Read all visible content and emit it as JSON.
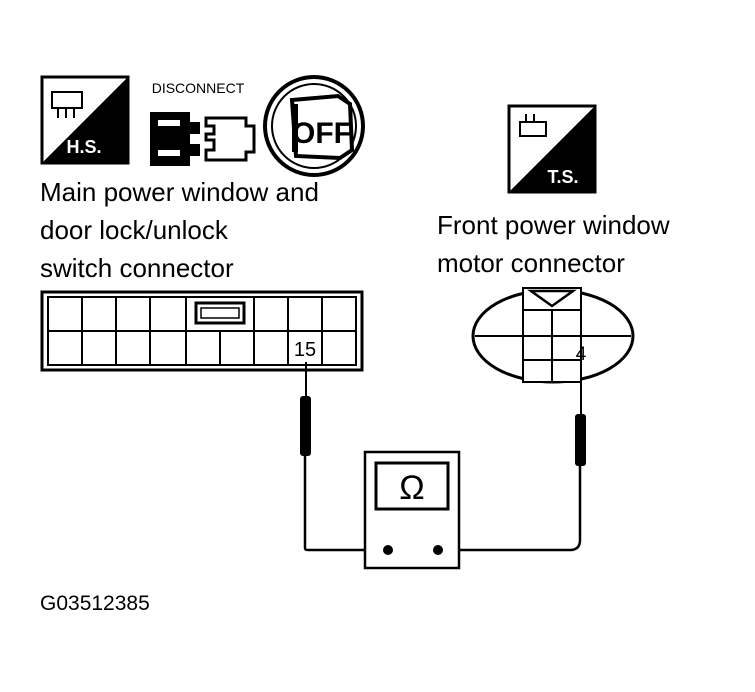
{
  "icons": {
    "hs_badge": "H.S.",
    "ts_badge": "T.S.",
    "disconnect_label": "DISCONNECT",
    "ignition_label": "OFF"
  },
  "labels": {
    "main_switch_line1": "Main power window and",
    "main_switch_line2": "door lock/unlock",
    "main_switch_line3": "switch connector",
    "motor_line1": "Front power window",
    "motor_line2": "motor connector"
  },
  "terminals": {
    "switch_terminal": "15",
    "motor_terminal": "4"
  },
  "meter": {
    "symbol": "Ω"
  },
  "figure_code": "G03512385",
  "colors": {
    "ink": "#000000",
    "paper": "#ffffff"
  }
}
